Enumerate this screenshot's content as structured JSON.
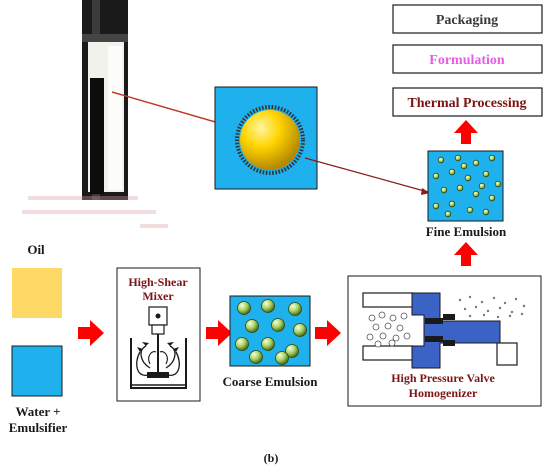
{
  "labels": {
    "oil": "Oil",
    "water_line1": "Water +",
    "water_line2": "Emulsifier",
    "mixer_line1": "High-Shear",
    "mixer_line2": "Mixer",
    "coarse": "Coarse Emulsion",
    "valve_line1": "High Pressure Valve",
    "valve_line2": "Homogenizer",
    "fine": "Fine Emulsion",
    "thermal": "Thermal Processing",
    "formulation": "Formulation",
    "packaging": "Packaging",
    "caption": "(b)"
  },
  "colors": {
    "oil": "#ffd966",
    "water": "#1fb0ee",
    "arrow": "#ff0000",
    "pointer": "#c0392b",
    "label_dark": "#7b1414",
    "formulation": "#e65ee6",
    "valve_blue": "#3b63c6",
    "droplet": "#ffd400"
  },
  "icons": {
    "test_tube": "test-tube-photo",
    "droplet": "emulsion-droplet"
  }
}
